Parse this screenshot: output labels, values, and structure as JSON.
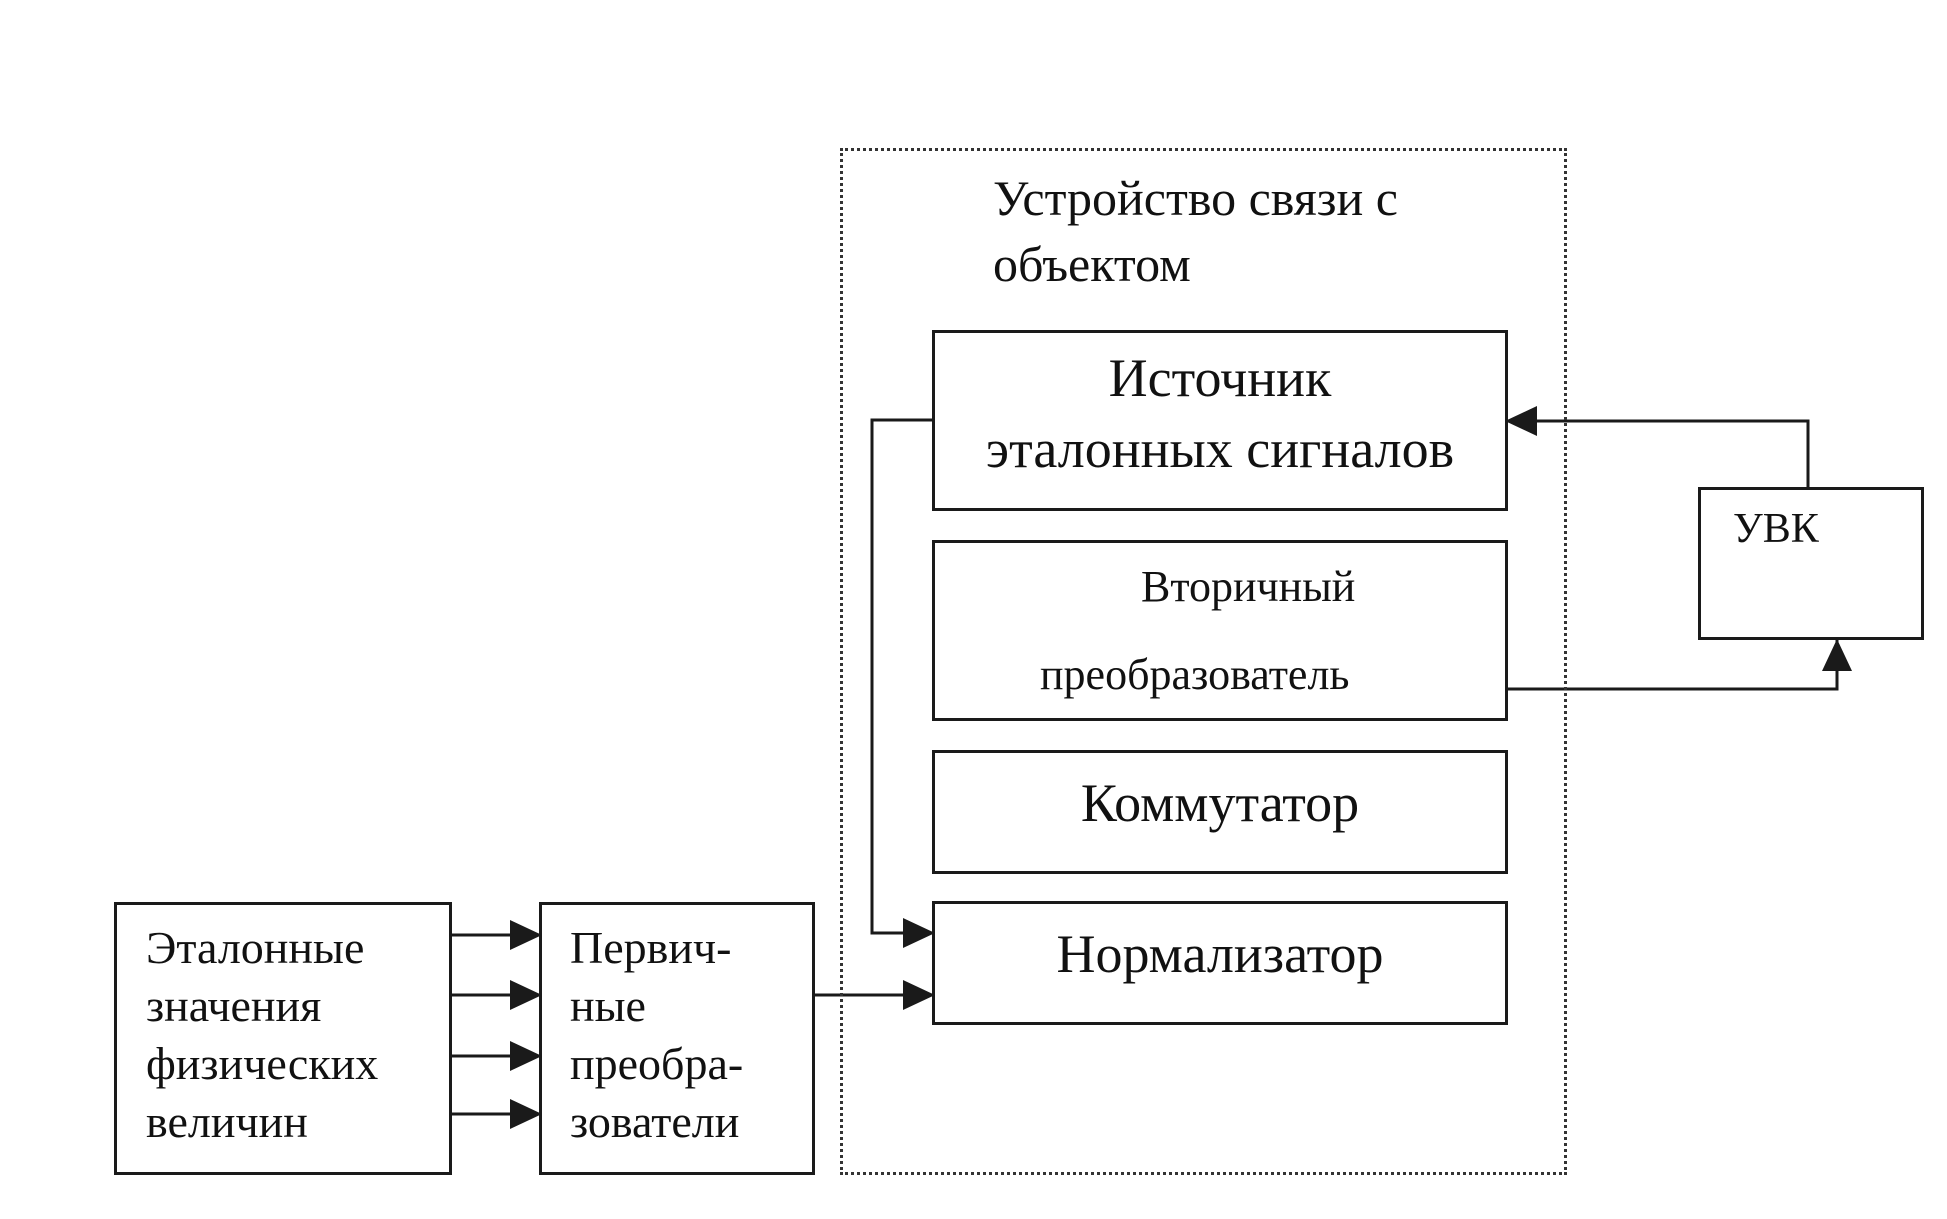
{
  "diagram": {
    "usk_frame": {
      "title_line1": "Устройство связи с",
      "title_line2": "объектом"
    },
    "blocks": {
      "reference_source": {
        "line1": "Источник",
        "line2": "эталонных сигналов"
      },
      "secondary_converter": {
        "line1": "Вторичный",
        "line2": "преобразователь"
      },
      "commutator": {
        "line1": "Коммутатор"
      },
      "normalizer": {
        "line1": "Нормализатор"
      },
      "uvk": {
        "line1": "УВК"
      },
      "reference_values": {
        "line1": "Эталонные",
        "line2": "значения",
        "line3": "физических",
        "line4": "величин"
      },
      "primary_converters": {
        "line1": "Первич-",
        "line2": "ные",
        "line3": "преобра-",
        "line4": "зователи"
      }
    },
    "colors": {
      "stroke": "#1a1a1a",
      "background": "#ffffff"
    }
  }
}
